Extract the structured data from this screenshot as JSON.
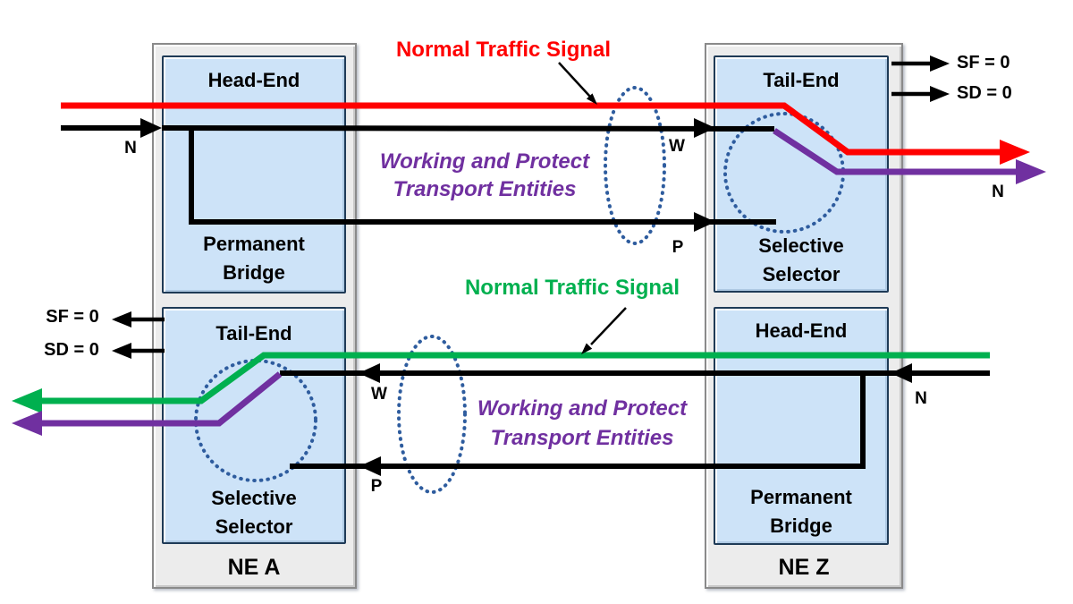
{
  "colors": {
    "normal_signal_red": "#FF0000",
    "normal_signal_green": "#00B04F",
    "protect_entity_purple": "#7030A0",
    "selector_dotted_blue": "#2E5C9E",
    "inner_box_fill": "#CDE3F8",
    "inner_box_border": "#1F3B57",
    "outer_box_fill": "#ECECEC",
    "line_black": "#000000"
  },
  "ne_a": {
    "name": "NE A",
    "upper_box": {
      "function_label": "Head-End",
      "component_label": "Permanent Bridge"
    },
    "lower_box": {
      "function_label": "Tail-End",
      "component_label": "Selective Selector"
    },
    "status": {
      "sf": "SF = 0",
      "sd": "SD = 0"
    }
  },
  "ne_z": {
    "name": "NE Z",
    "upper_box": {
      "function_label": "Tail-End",
      "component_label": "Selective Selector"
    },
    "lower_box": {
      "function_label": "Head-End",
      "component_label": "Permanent Bridge"
    },
    "status": {
      "sf": "SF = 0",
      "sd": "SD = 0"
    }
  },
  "forward_direction": {
    "signal_label": "Normal Traffic Signal",
    "entities_label": "Working and Protect Transport Entities",
    "input_port": "N",
    "working_label": "W",
    "protect_label": "P",
    "output_port": "N"
  },
  "return_direction": {
    "signal_label": "Normal Traffic Signal",
    "entities_label": "Working and Protect Transport Entities",
    "input_port": "N",
    "working_label": "W",
    "protect_label": "P"
  }
}
